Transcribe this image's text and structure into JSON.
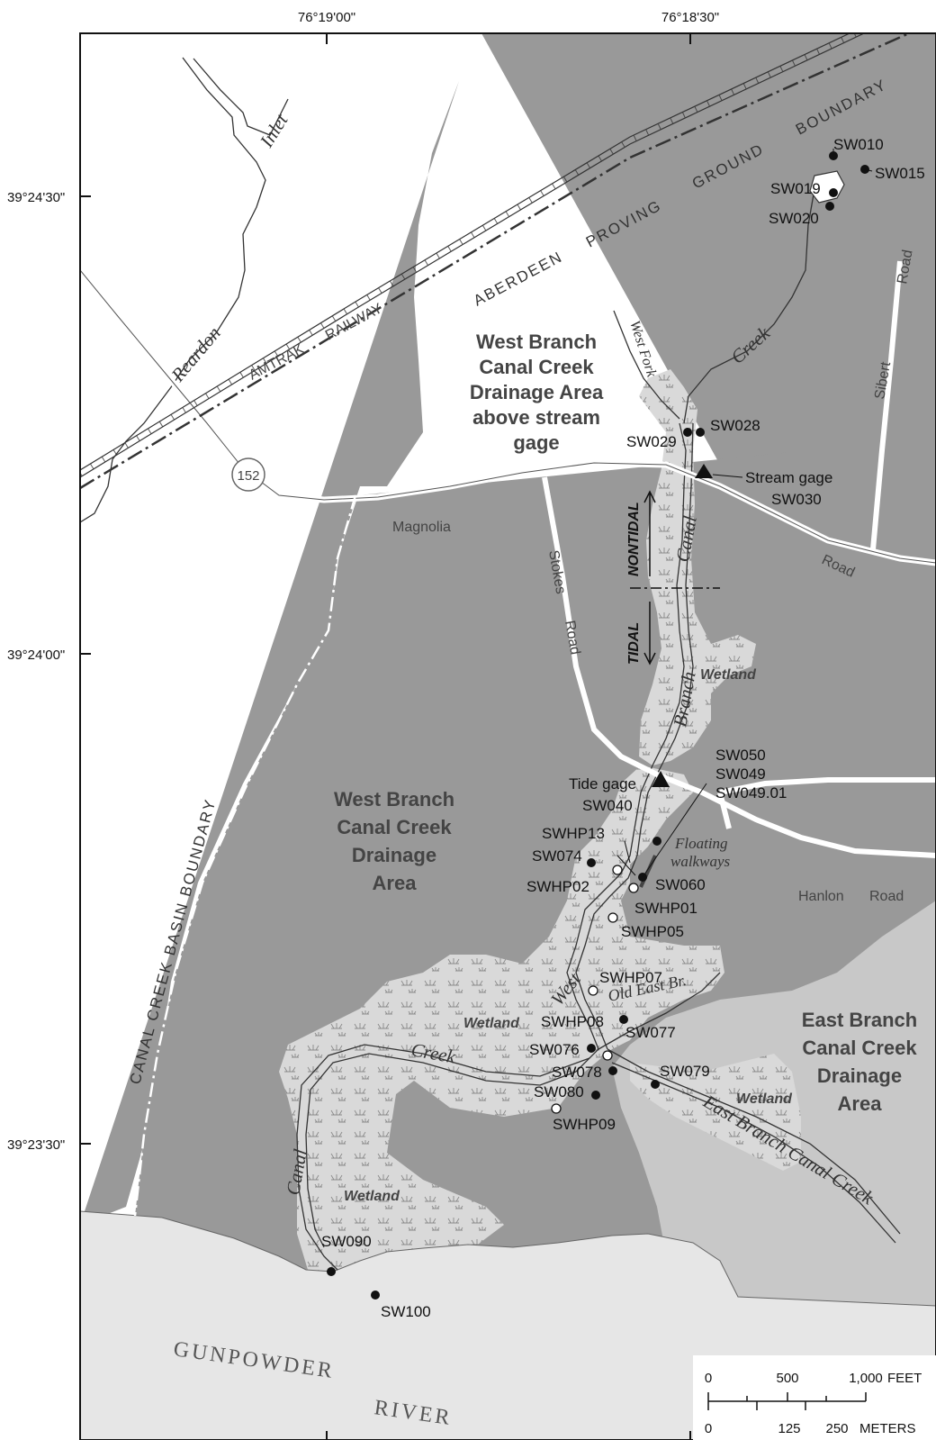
{
  "coordinates": {
    "top": [
      "76°19'00\"",
      "76°18'30\""
    ],
    "left": [
      "39°24'30\"",
      "39°24'00\"",
      "39°23'30\""
    ]
  },
  "areas": {
    "above_gage": [
      "West Branch",
      "Canal Creek",
      "Drainage Area",
      "above stream",
      "gage"
    ],
    "west_branch": [
      "West Branch",
      "Canal Creek",
      "Drainage",
      "Area"
    ],
    "east_branch": [
      "East Branch",
      "Canal Creek",
      "Drainage",
      "Area"
    ]
  },
  "boundaries": {
    "apg": [
      "ABERDEEN",
      "PROVING",
      "GROUND",
      "BOUNDARY"
    ],
    "basin": "CANAL CREEK BASIN BOUNDARY"
  },
  "features": {
    "railway": [
      "AMTRAK",
      "RAILWAY"
    ],
    "route": "152",
    "roads": {
      "magnolia": "Magnolia",
      "road": "Road",
      "stokes": "Stokes",
      "stokes_road": "Road",
      "sibert": "Sibert",
      "sibert_road": "Road",
      "hanlon": "Hanlon",
      "hanlon_road": "Road"
    },
    "water": {
      "inlet": "Inlet",
      "reardon": "Reardon",
      "west_fork": "West Fork",
      "creek_upper": "Creek",
      "canal_upper": "Canal",
      "branch": "Branch",
      "west": "West",
      "old_east": "Old East Br.",
      "creek_lower": "Creek",
      "canal_lower": "Canal",
      "east_branch": "East Branch Canal Creek"
    },
    "wetland": "Wetland",
    "river": [
      "GUNPOWDER",
      "RIVER"
    ],
    "tidal": "TIDAL",
    "nontidal": "NONTIDAL",
    "floating": [
      "Floating",
      "walkways"
    ]
  },
  "gages": {
    "stream": [
      "Stream gage",
      "SW030"
    ],
    "tide": [
      "Tide gage",
      "SW040"
    ]
  },
  "stations": {
    "sw010": "SW010",
    "sw015": "SW015",
    "sw019": "SW019",
    "sw020": "SW020",
    "sw028": "SW028",
    "sw029": "SW029",
    "sw050": "SW050",
    "sw049": "SW049",
    "sw04901": "SW049.01",
    "swhp13": "SWHP13",
    "sw074": "SW074",
    "swhp02": "SWHP02",
    "sw060": "SW060",
    "swhp01": "SWHP01",
    "swhp05": "SWHP05",
    "swhp07": "SWHP07",
    "swhp08": "SWHP08",
    "sw077": "SW077",
    "sw076": "SW076",
    "sw078": "SW078",
    "sw079": "SW079",
    "sw080": "SW080",
    "swhp09": "SWHP09",
    "sw090": "SW090",
    "sw100": "SW100"
  },
  "scale": {
    "feet": [
      "0",
      "500",
      "1,000"
    ],
    "feet_unit": "FEET",
    "meters": [
      "0",
      "125",
      "250"
    ],
    "meters_unit": "METERS"
  },
  "colors": {
    "drainage": "#999999",
    "east_drainage": "#c8c8c8",
    "wetland": "#d9d9d9",
    "river": "#e6e6e6",
    "outside": "#ffffff"
  }
}
